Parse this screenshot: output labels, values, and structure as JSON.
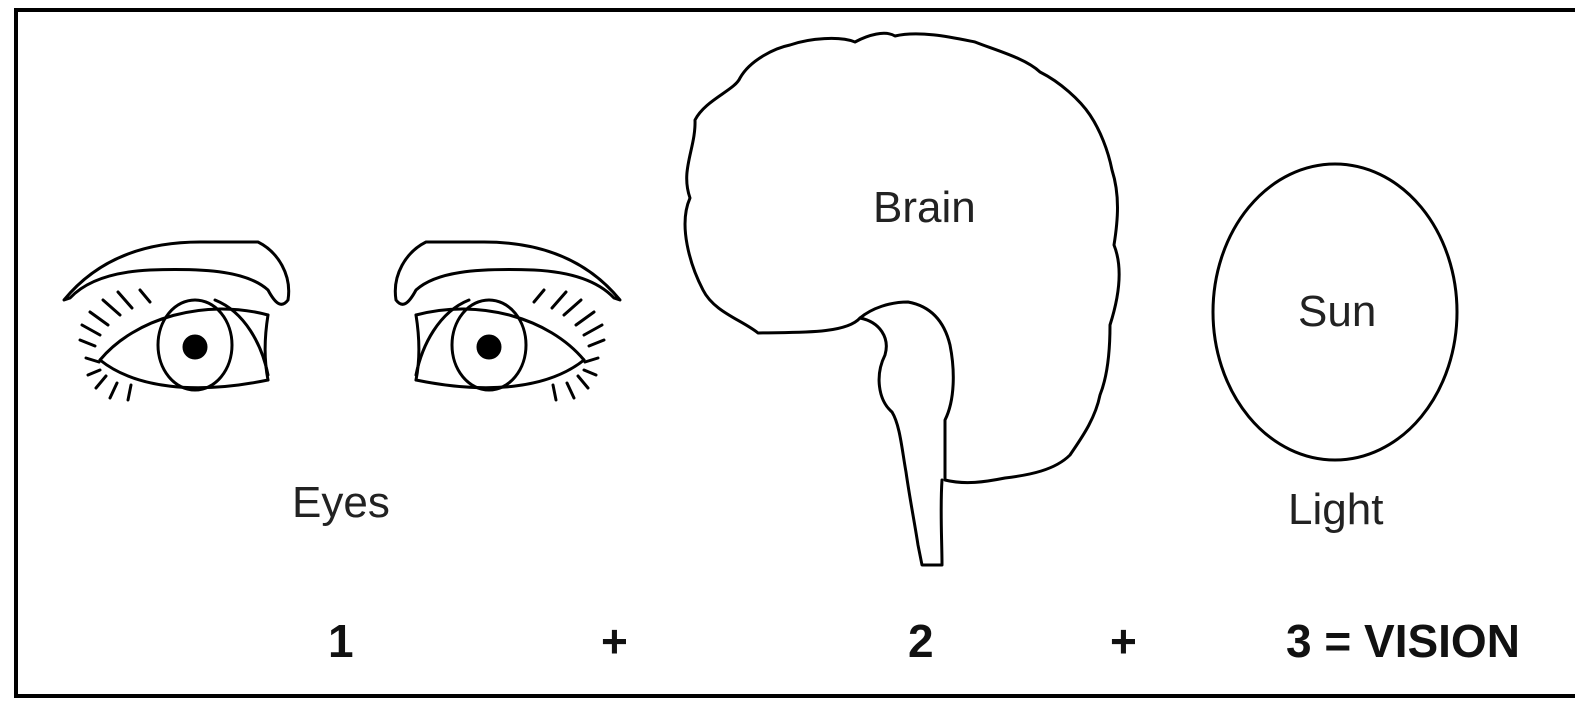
{
  "labels": {
    "eyes": "Eyes",
    "brain": "Brain",
    "sun": "Sun",
    "light": "Light"
  },
  "equation": {
    "term1": "1",
    "plus1": "+",
    "term2": "2",
    "plus2": "+",
    "result": "3 = VISION"
  },
  "icons": [
    "eye-icon",
    "eye-icon",
    "brain-icon",
    "sun-icon"
  ],
  "colors": {
    "stroke": "#000000",
    "background": "#ffffff",
    "text": "#222222"
  }
}
